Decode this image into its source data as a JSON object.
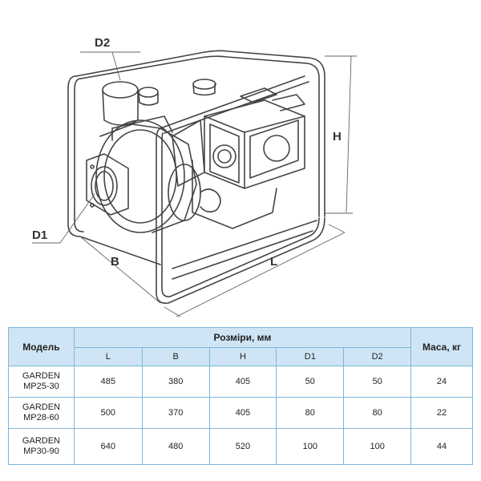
{
  "drawing": {
    "labels": {
      "d2": "D2",
      "d1": "D1",
      "b": "B",
      "l": "L",
      "h": "H"
    }
  },
  "table": {
    "headers": {
      "model": "Модель",
      "dimensions": "Розміри, мм",
      "mass": "Маса, кг",
      "columns": [
        "L",
        "B",
        "H",
        "D1",
        "D2"
      ]
    },
    "rows": [
      {
        "model": [
          "GARDEN",
          "MP25-30"
        ],
        "L": "485",
        "B": "380",
        "H": "405",
        "D1": "50",
        "D2": "50",
        "mass": "24"
      },
      {
        "model": [
          "GARDEN",
          "MP28-60"
        ],
        "L": "500",
        "B": "370",
        "H": "405",
        "D1": "80",
        "D2": "80",
        "mass": "22"
      },
      {
        "model": [
          "GARDEN",
          "MP30-90"
        ],
        "L": "640",
        "B": "480",
        "H": "520",
        "D1": "100",
        "D2": "100",
        "mass": "44"
      }
    ]
  },
  "colors": {
    "header_fill": "#cfe5f5",
    "grid_line": "#7fb6d8",
    "drawing_line": "#444444"
  }
}
